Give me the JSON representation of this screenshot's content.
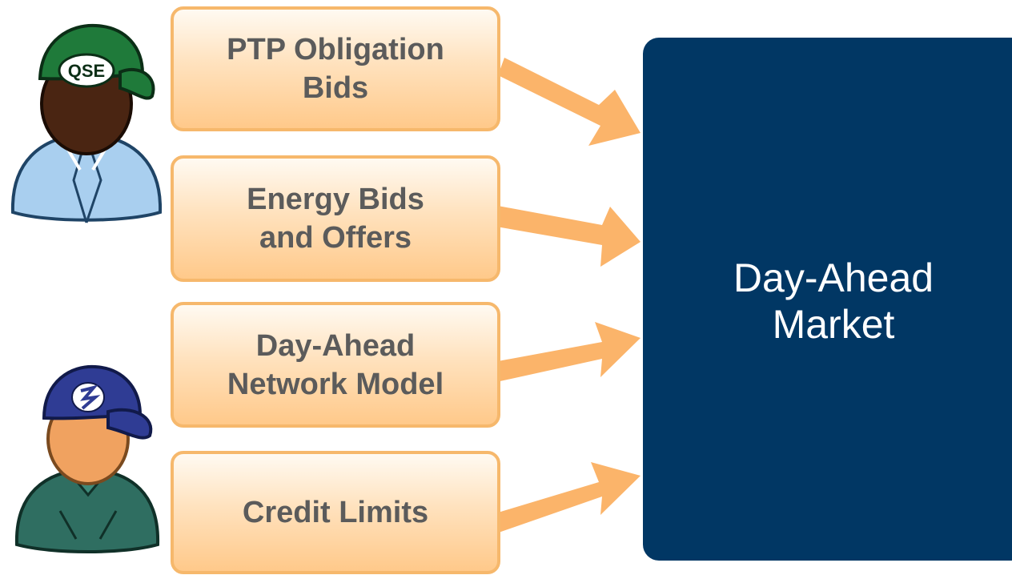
{
  "inputs": [
    {
      "label": "PTP Obligation\nBids"
    },
    {
      "label": "Energy Bids\nand Offers"
    },
    {
      "label": "Day-Ahead\nNetwork Model"
    },
    {
      "label": "Credit Limits"
    }
  ],
  "market": {
    "label": "Day-Ahead\nMarket"
  },
  "actors": [
    {
      "icon": "qse-person-icon",
      "cap_text": "QSE",
      "cap_color": "#1f7a3a",
      "shirt_color": "#a9cfef"
    },
    {
      "icon": "ercot-person-icon",
      "cap_color": "#2f3c94",
      "shirt_color": "#2f6e61"
    }
  ],
  "colors": {
    "box_fill": "#ffd9a8",
    "box_border": "#f6b86c",
    "arrow": "#fbb46a",
    "market_fill": "#013764",
    "text": "#5b5b5b"
  }
}
